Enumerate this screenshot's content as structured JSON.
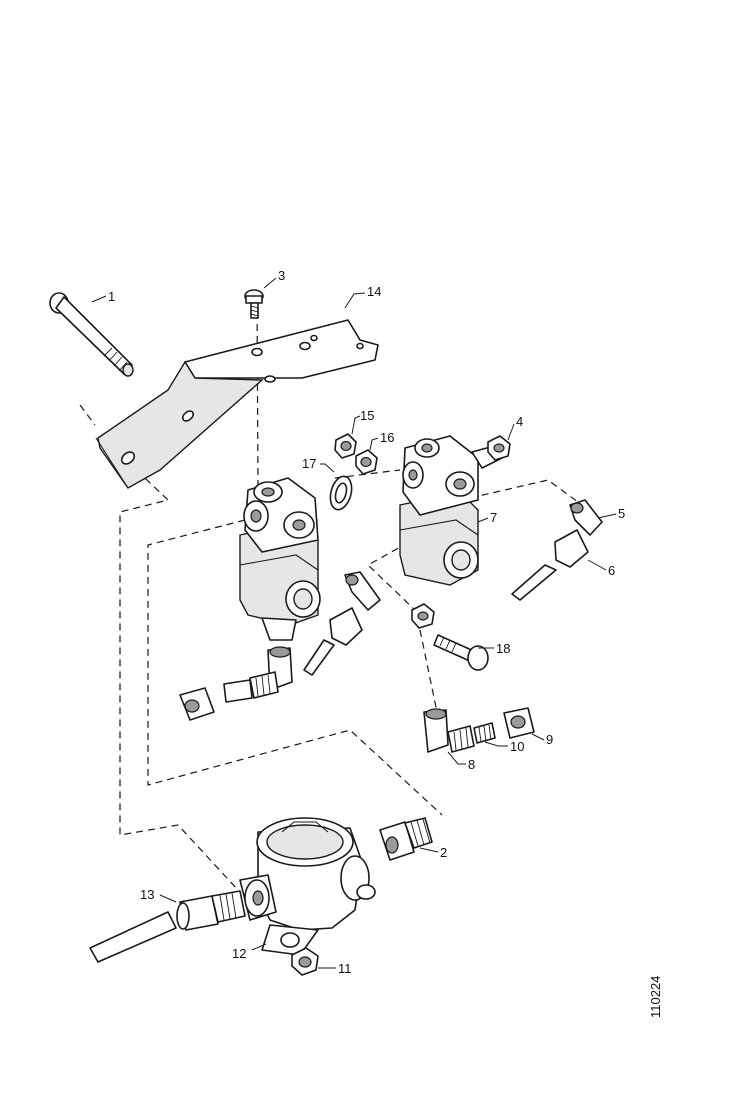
{
  "diagram": {
    "callouts": [
      {
        "id": "c1",
        "label": "1"
      },
      {
        "id": "c2",
        "label": "2"
      },
      {
        "id": "c3",
        "label": "3"
      },
      {
        "id": "c4",
        "label": "4"
      },
      {
        "id": "c5",
        "label": "5"
      },
      {
        "id": "c6",
        "label": "6"
      },
      {
        "id": "c7",
        "label": "7"
      },
      {
        "id": "c8",
        "label": "8"
      },
      {
        "id": "c9",
        "label": "9"
      },
      {
        "id": "c10",
        "label": "10"
      },
      {
        "id": "c11",
        "label": "11"
      },
      {
        "id": "c12",
        "label": "12"
      },
      {
        "id": "c13",
        "label": "13"
      },
      {
        "id": "c14",
        "label": "14"
      },
      {
        "id": "c15",
        "label": "15"
      },
      {
        "id": "c16",
        "label": "16"
      },
      {
        "id": "c17",
        "label": "17"
      },
      {
        "id": "c18",
        "label": "18"
      }
    ],
    "reference_number": "110224"
  }
}
